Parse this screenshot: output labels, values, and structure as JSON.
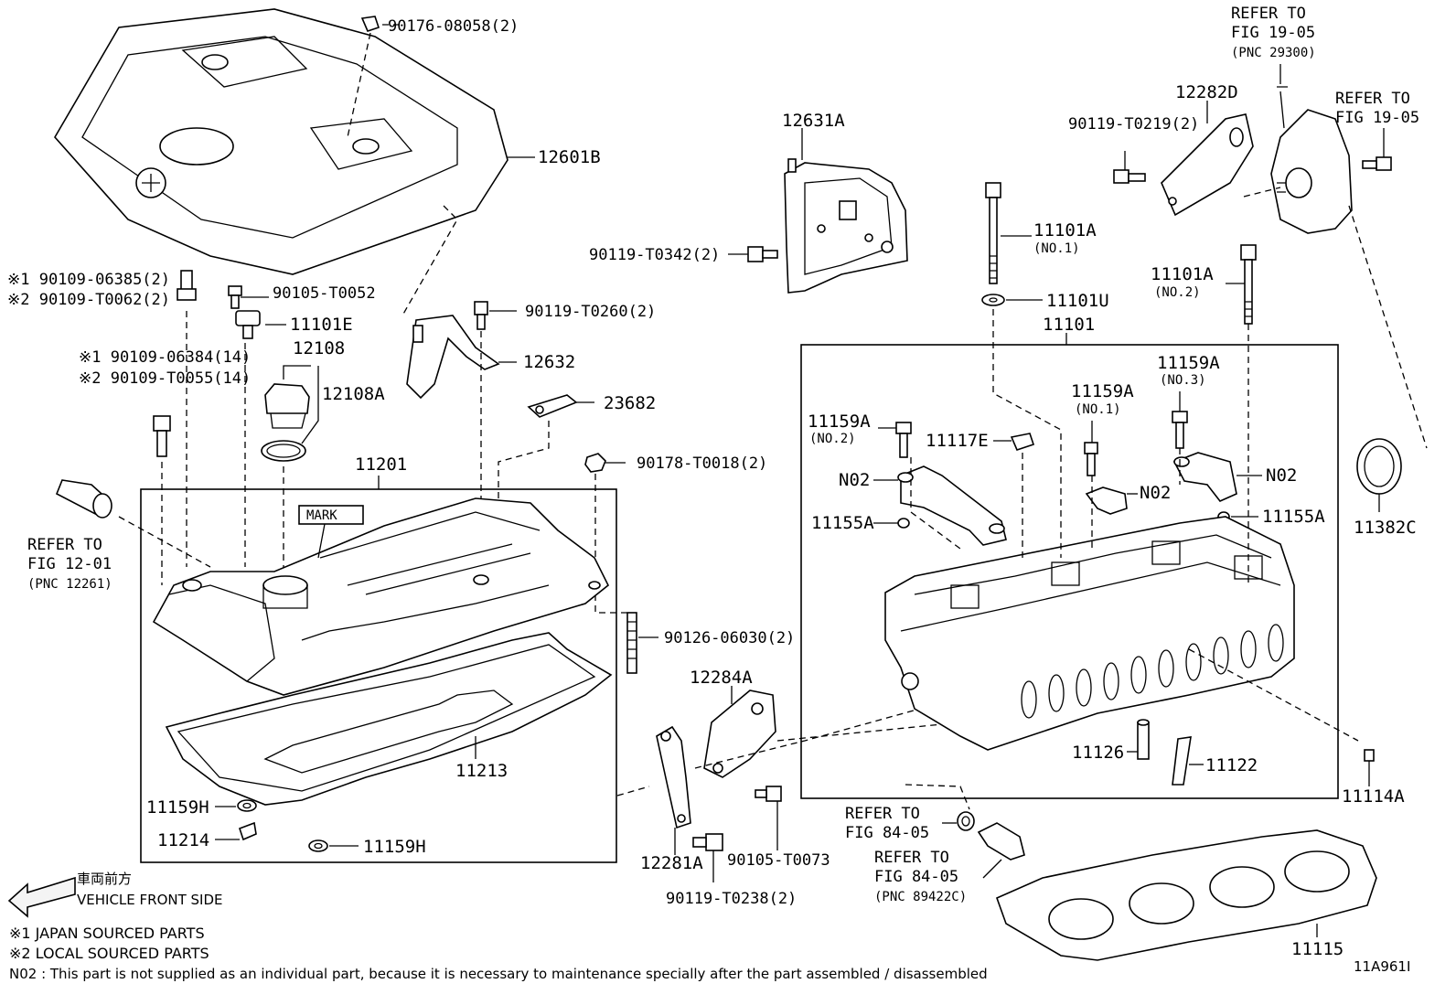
{
  "labels": {
    "p90176": "90176-08058(2)",
    "p12601B": "12601B",
    "p90109a": "※1 90109-06385(2)",
    "p90109b": "※2 90109-T0062(2)",
    "p90105a": "90105-T0052",
    "p11101E": "11101E",
    "p12108": "12108",
    "p12108A": "12108A",
    "p90109c": "※1 90109-06384(14)",
    "p90109d": "※2 90109-T0055(14)",
    "p90119a": "90119-T0260(2)",
    "p12632": "12632",
    "p23682": "23682",
    "p90178": "90178-T0018(2)",
    "p11201": "11201",
    "pMark": "MARK",
    "refer1a": "REFER TO",
    "refer1b": "FIG 12-01",
    "refer1c": "(PNC 12261)",
    "p90126": "90126-06030(2)",
    "p11213": "11213",
    "p11159H1": "11159H",
    "p11214": "11214",
    "p11159H2": "11159H",
    "p12631A": "12631A",
    "p90119b": "90119-T0342(2)",
    "p12284A": "12284A",
    "p12281A": "12281A",
    "p90105b": "90105-T0073",
    "p90119c": "90119-T0238(2)",
    "refer2a": "REFER TO",
    "refer2b": "FIG 19-05",
    "refer2c": "(PNC 29300)",
    "p12282D": "12282D",
    "p90119d": "90119-T0219(2)",
    "refer3a": "REFER TO",
    "refer3b": "FIG 19-05",
    "p11101A1": "11101A",
    "p11101A1n": "(NO.1)",
    "p11101U": "11101U",
    "p11101": "11101",
    "p11101A2": "11101A",
    "p11101A2n": "(NO.2)",
    "p11159A1": "11159A",
    "p11159A1n": "(NO.2)",
    "p11117E": "11117E",
    "p11159A2": "11159A",
    "p11159A2n": "(NO.1)",
    "p11159A3": "11159A",
    "p11159A3n": "(NO.3)",
    "pN02a": "N02",
    "pN02b": "N02",
    "pN02c": "N02",
    "p11155A1": "11155A",
    "p11155A2": "11155A",
    "p11382C": "11382C",
    "p11126": "11126",
    "p11122": "11122",
    "p11114A": "11114A",
    "refer4a": "REFER TO",
    "refer4b": "FIG 84-05",
    "refer5a": "REFER TO",
    "refer5b": "FIG 84-05",
    "refer5c": "(PNC 89422C)",
    "p11115": "11115"
  },
  "legend": {
    "front_jp": "車両前方",
    "front_en": "VEHICLE FRONT SIDE",
    "note1": "※1 JAPAN SOURCED PARTS",
    "note2": "※2 LOCAL SOURCED PARTS",
    "note_n02": "N02 : This part is not supplied as an individual part, because it is necessary to maintenance specially after the part assembled / disassembled",
    "figure_id": "11A961I"
  }
}
